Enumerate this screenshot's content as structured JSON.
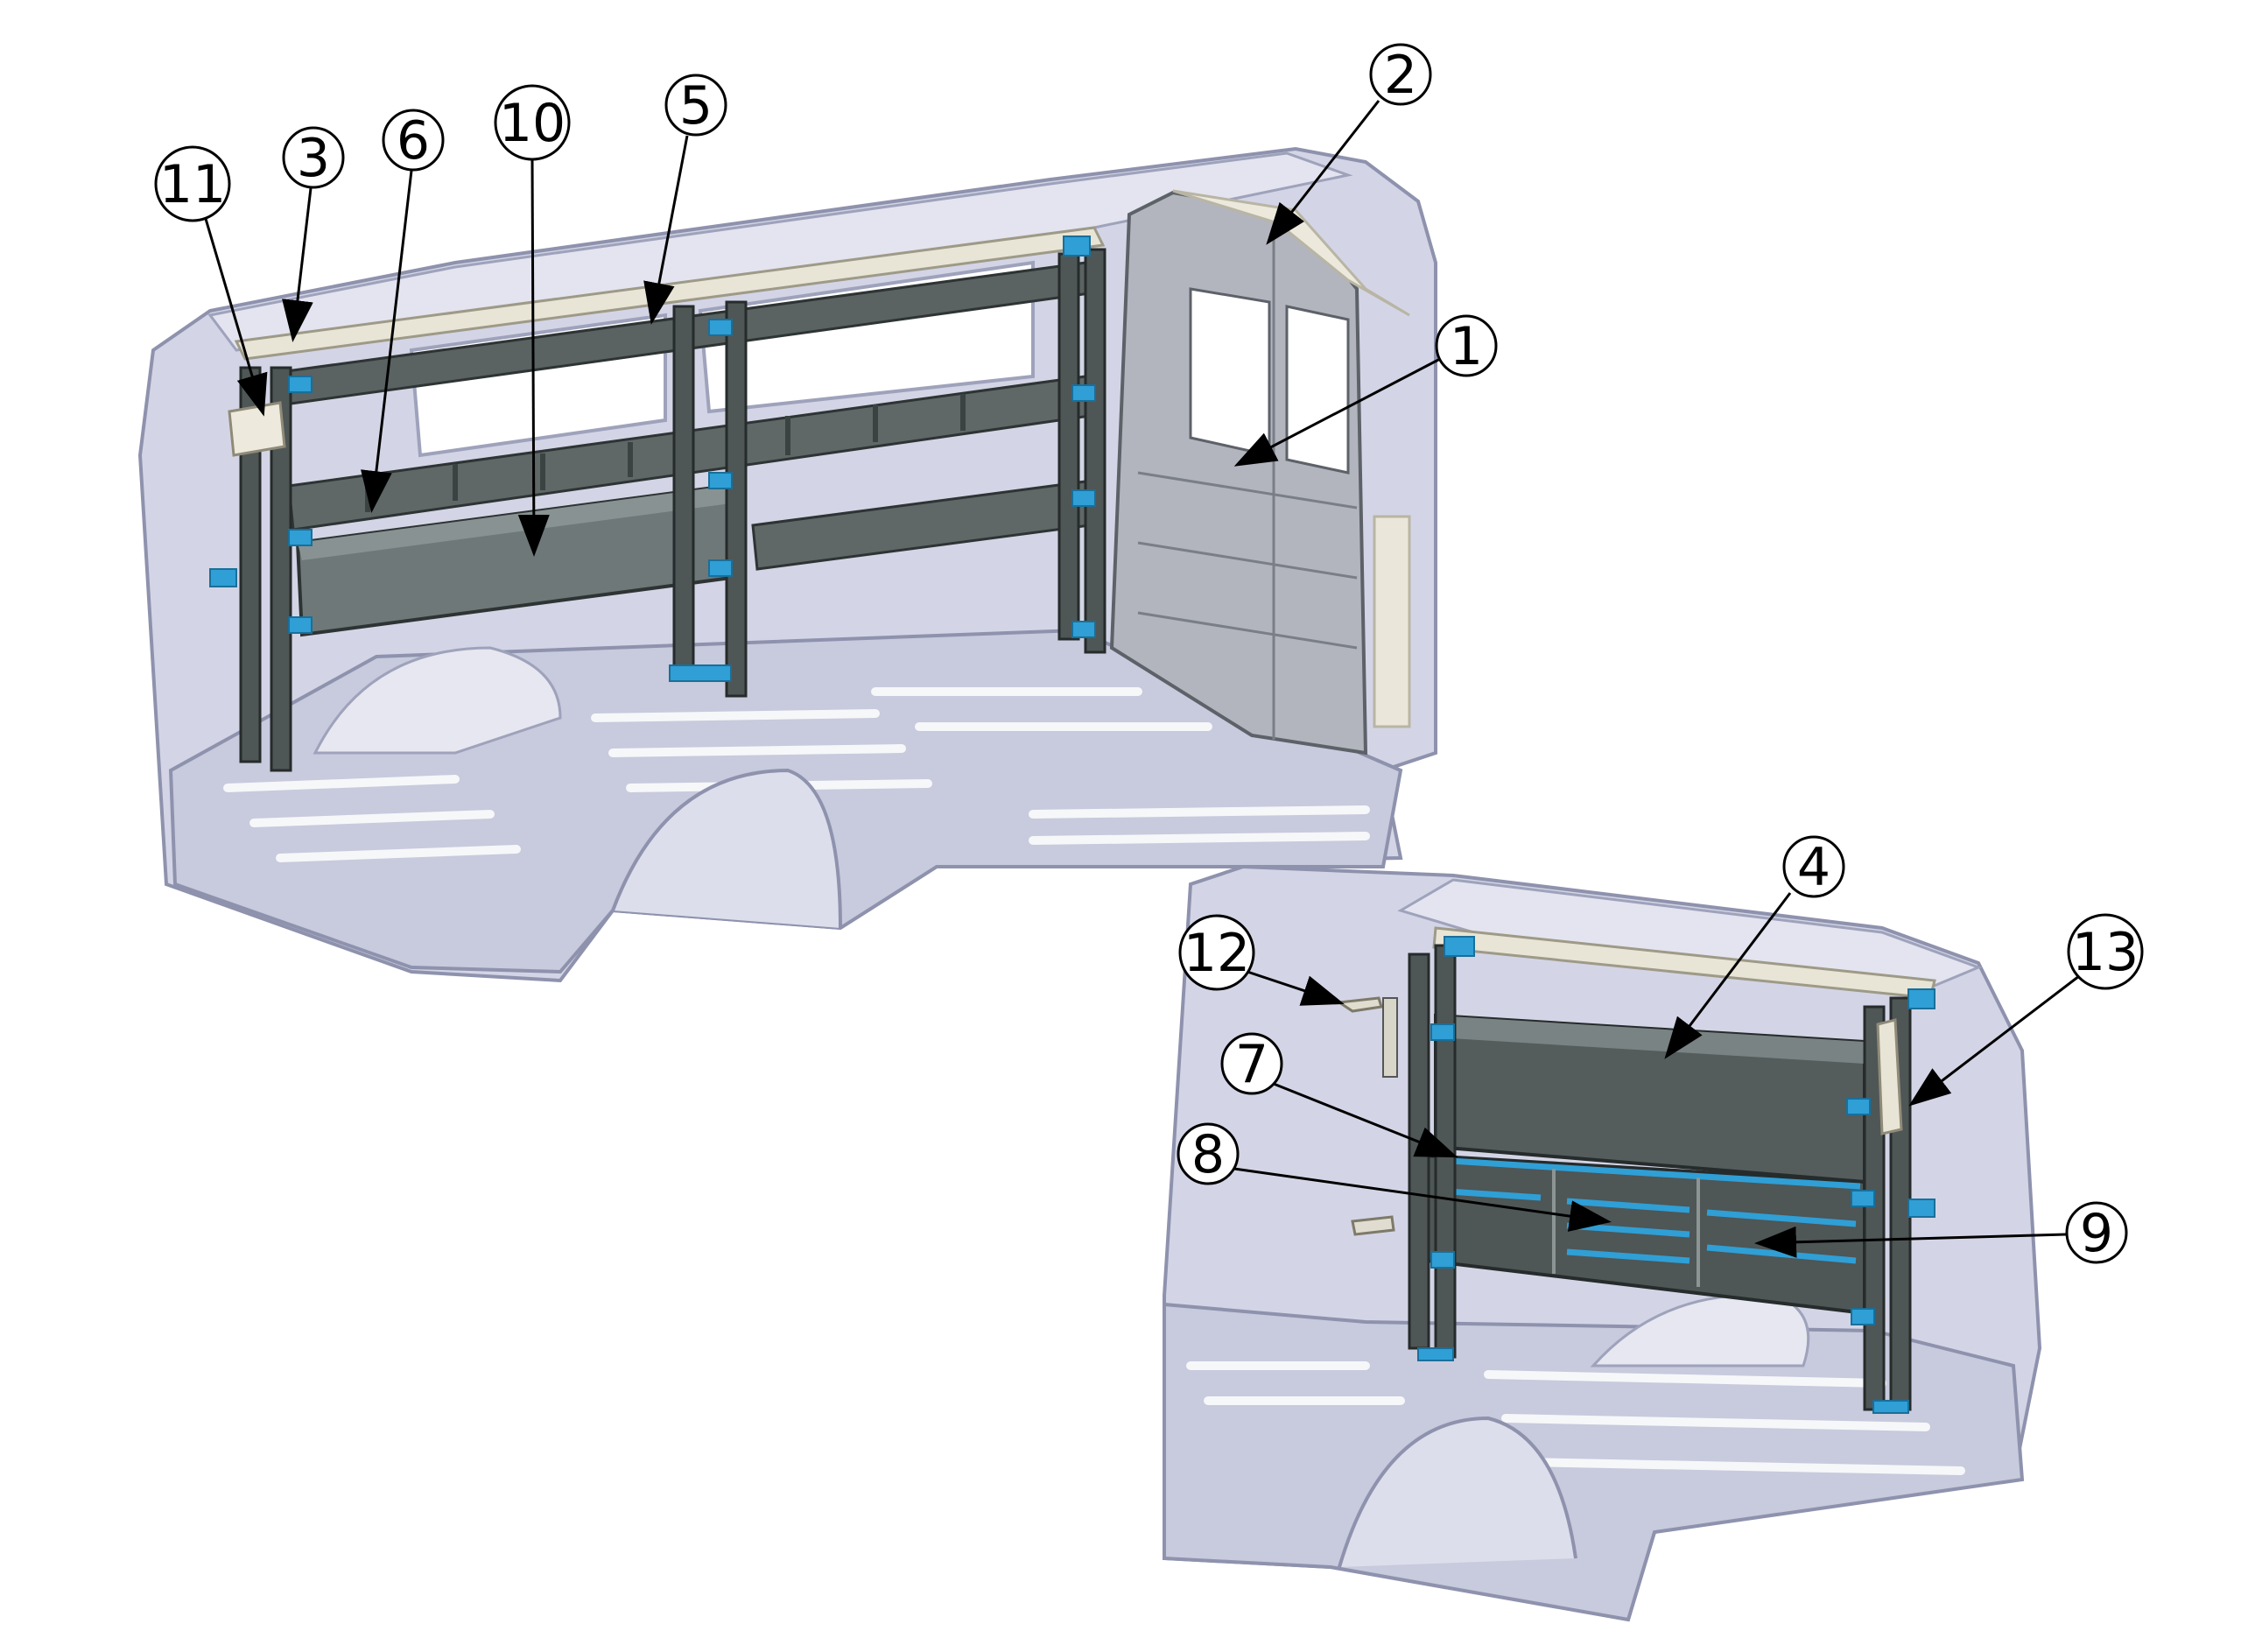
{
  "diagram": {
    "callouts": [
      {
        "id": "1",
        "label": "1"
      },
      {
        "id": "2",
        "label": "2"
      },
      {
        "id": "3",
        "label": "3"
      },
      {
        "id": "4",
        "label": "4"
      },
      {
        "id": "5",
        "label": "5"
      },
      {
        "id": "6",
        "label": "6"
      },
      {
        "id": "7",
        "label": "7"
      },
      {
        "id": "8",
        "label": "8"
      },
      {
        "id": "9",
        "label": "9"
      },
      {
        "id": "10",
        "label": "10"
      },
      {
        "id": "11",
        "label": "11"
      },
      {
        "id": "12",
        "label": "12"
      },
      {
        "id": "13",
        "label": "13"
      }
    ],
    "colors": {
      "van_body": "#c9cce0",
      "van_line": "#8e92ad",
      "shelf_dark": "#4d5454",
      "shelf_mid": "#6b7373",
      "bracket_blue": "#2f9fd6",
      "bulkhead": "#9a9ea8",
      "cream": "#e9e6d8"
    }
  }
}
